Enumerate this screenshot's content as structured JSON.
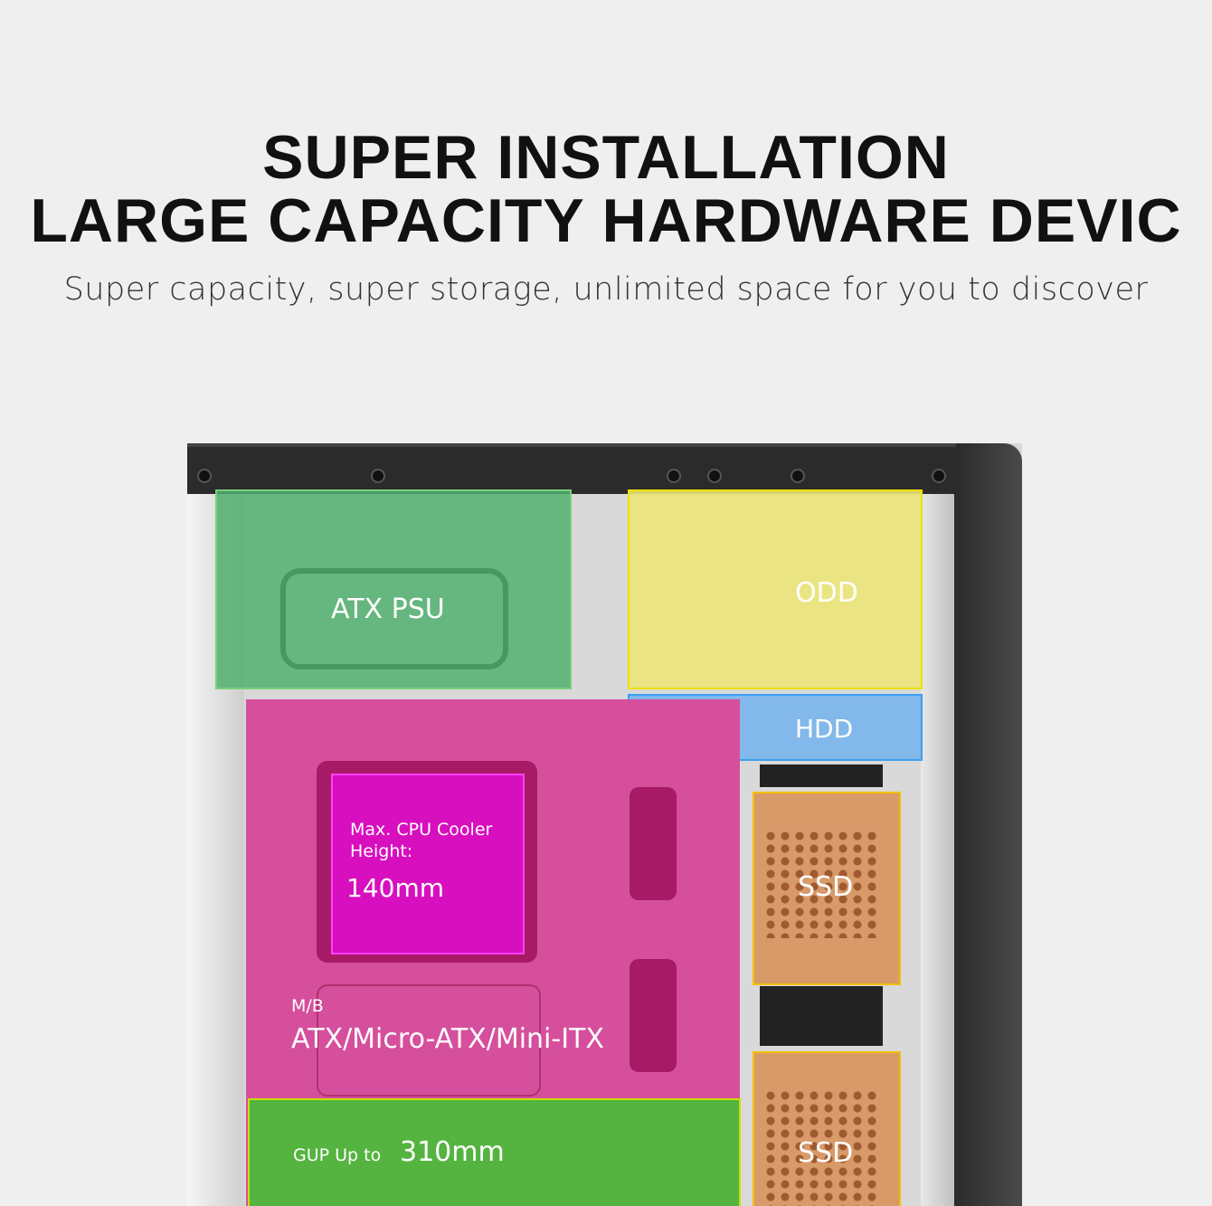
{
  "header": {
    "title_line1": "SUPER INSTALLATION",
    "title_line2": "LARGE CAPACITY HARDWARE DEVIC",
    "subtitle": "Super capacity, super storage, unlimited space for you to discover"
  },
  "zones": {
    "psu": "ATX PSU",
    "odd": "ODD",
    "hdd": "HDD",
    "cpu_caption": "Max. CPU Cooler Height:",
    "cpu_value": "140mm",
    "mb_caption": "M/B",
    "mb_value": "ATX/Micro-ATX/Mini-ITX",
    "gpu_caption": "GUP Up to",
    "gpu_value": "310mm",
    "ssd1": "SSD",
    "ssd2": "SSD"
  },
  "colors": {
    "psu": "#5cb27a",
    "odd": "#e6e27a",
    "hdd": "#7fb8e8",
    "mb": "#d64f9c",
    "cpu": "#d80fbf",
    "gpu": "#52b83c",
    "ssd": "#d99a6a"
  }
}
